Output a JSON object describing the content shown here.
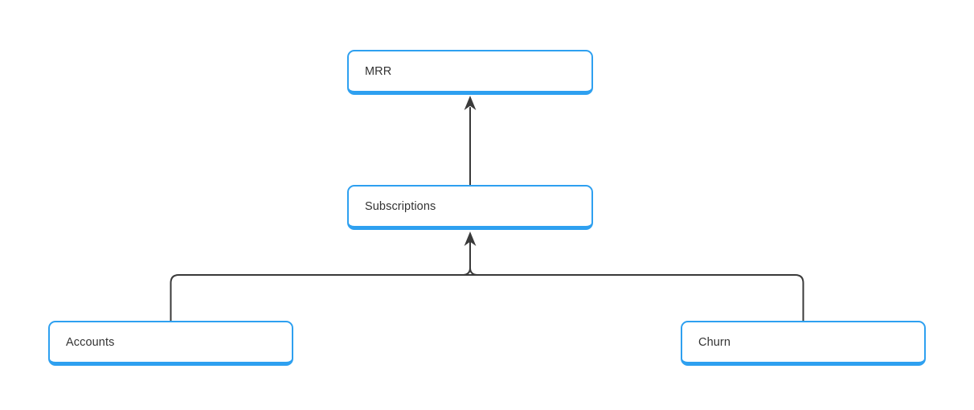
{
  "diagram": {
    "nodes": [
      {
        "id": "mrr",
        "label": "MRR"
      },
      {
        "id": "subscriptions",
        "label": "Subscriptions"
      },
      {
        "id": "accounts",
        "label": "Accounts"
      },
      {
        "id": "churn",
        "label": "Churn"
      }
    ],
    "edges": [
      {
        "from": "subscriptions",
        "to": "mrr",
        "arrow": "up"
      },
      {
        "from": "accounts",
        "to": "subscriptions",
        "arrow": "up"
      },
      {
        "from": "churn",
        "to": "subscriptions",
        "arrow": "up"
      }
    ],
    "colors": {
      "node_border": "#2ea0f0",
      "node_background": "#ffffff",
      "node_text": "#333333",
      "connector": "#3a3a3a",
      "canvas_background": "#ffffff"
    }
  }
}
